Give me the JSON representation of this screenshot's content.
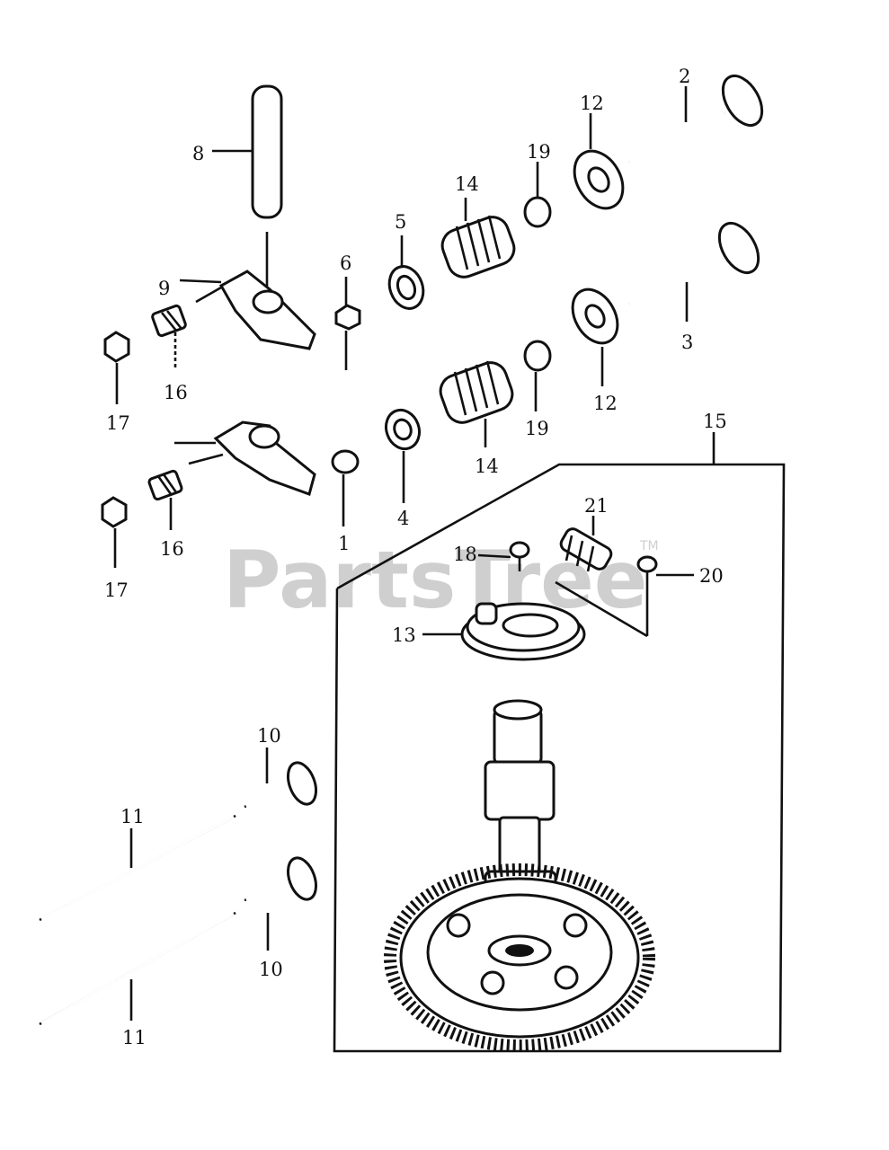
{
  "watermark": {
    "text": "PartsTree",
    "trademark": "TM"
  },
  "callouts": [
    "1",
    "2",
    "3",
    "4",
    "5",
    "6",
    "8",
    "9",
    "10",
    "11",
    "12",
    "13",
    "14",
    "15",
    "16",
    "17",
    "18",
    "19",
    "20",
    "21"
  ],
  "colors": {
    "ink": "#111111",
    "watermark": "#cfcfcf",
    "background": "#ffffff"
  }
}
